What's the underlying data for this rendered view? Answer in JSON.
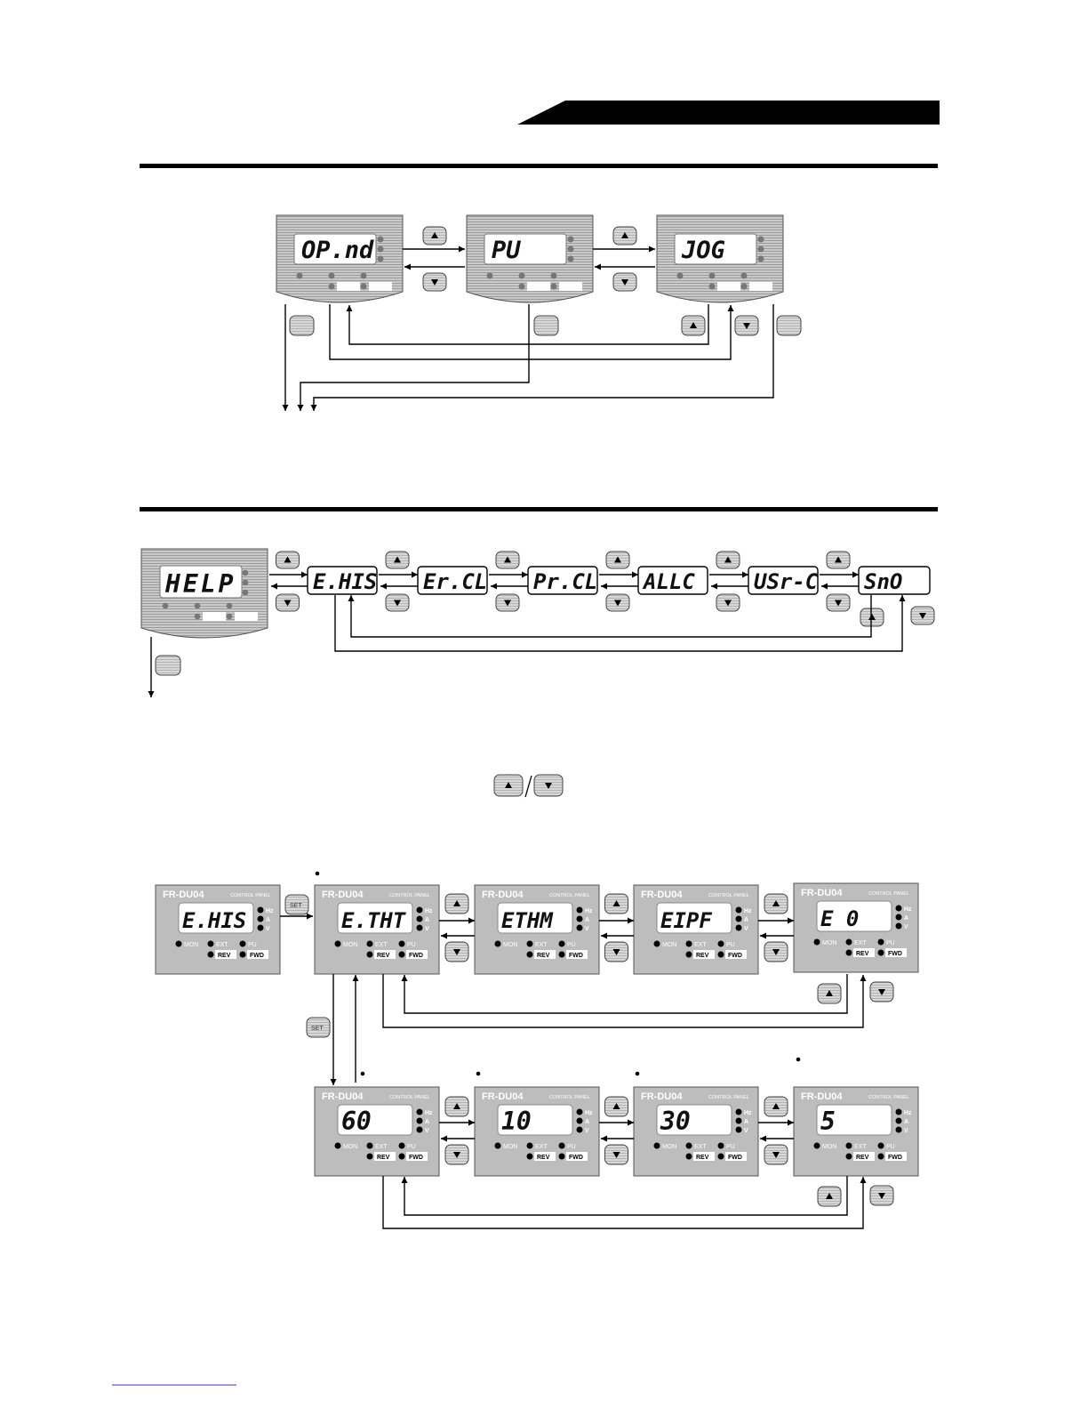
{
  "section1": {
    "displays": [
      "OP.nd",
      "PU",
      "JOG"
    ]
  },
  "section2": {
    "displays": [
      "HELP",
      "E.HIS",
      "Er.CL",
      "Pr.CL",
      "ALLC",
      "USr-C",
      "SnO"
    ]
  },
  "section3": {
    "row1_displays": [
      "E.HIS",
      "E.THT",
      "ETHM",
      "EIPF",
      "E    0"
    ],
    "row2_displays": [
      "60",
      "10",
      "30",
      "5"
    ],
    "panel": {
      "model": "FR-DU04",
      "caption": "CONTROL PANEL",
      "units": [
        "Hz",
        "A",
        "V"
      ],
      "modes": [
        "MON",
        "EXT",
        "PU"
      ],
      "dir": [
        "REV",
        "FWD"
      ]
    },
    "set_label": "SET"
  },
  "icons": {
    "up": "up-arrow-key-icon",
    "down": "down-arrow-key-icon",
    "set": "set-key-icon"
  }
}
